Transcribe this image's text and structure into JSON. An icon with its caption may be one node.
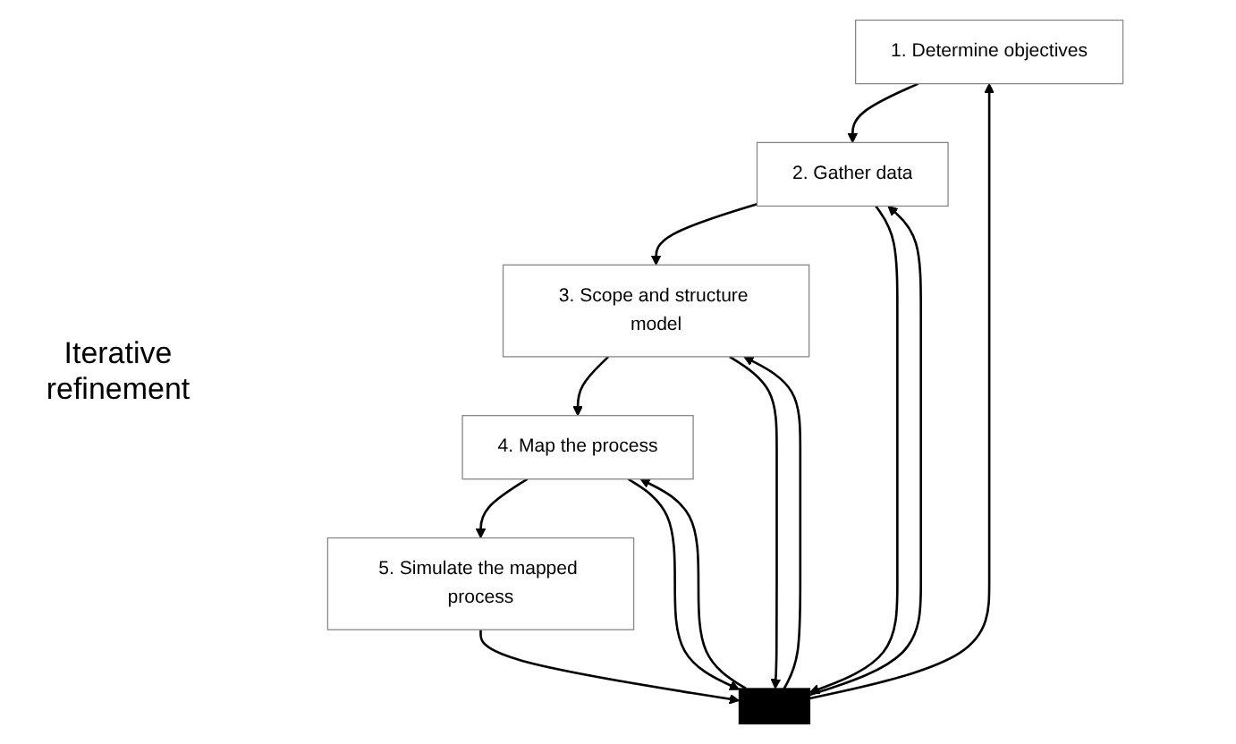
{
  "diagram": {
    "nodes": [
      {
        "text": [
          "1. Determine objectives"
        ]
      },
      {
        "text": [
          "2. Gather data"
        ]
      },
      {
        "text": [
          "3. Scope and structure model"
        ]
      },
      {
        "text": [
          "4. Map the process"
        ]
      },
      {
        "text": [
          "5. Simulate the mapped process"
        ]
      },
      {
        "text": [],
        "shape": "bar"
      }
    ],
    "edges": [
      {
        "from": 0,
        "to": 1,
        "arrow": "to"
      },
      {
        "from": 1,
        "to": 2,
        "arrow": "to"
      },
      {
        "from": 2,
        "to": 3,
        "arrow": "to"
      },
      {
        "from": 3,
        "to": 4,
        "arrow": "to"
      },
      {
        "from": 5,
        "to": 0,
        "arrow": "to"
      },
      {
        "from": 5,
        "to": 1,
        "arrow": "to"
      },
      {
        "from": 1,
        "to": 5,
        "arrow": "to"
      },
      {
        "from": 5,
        "to": 2,
        "arrow": "to"
      },
      {
        "from": 2,
        "to": 5,
        "arrow": "to"
      },
      {
        "from": 5,
        "to": 3,
        "arrow": "to"
      },
      {
        "from": 3,
        "to": 5,
        "arrow": "to"
      },
      {
        "from": 4,
        "to": 5,
        "arrow": "to"
      }
    ],
    "labels": [
      "Iterative refinement"
    ]
  }
}
